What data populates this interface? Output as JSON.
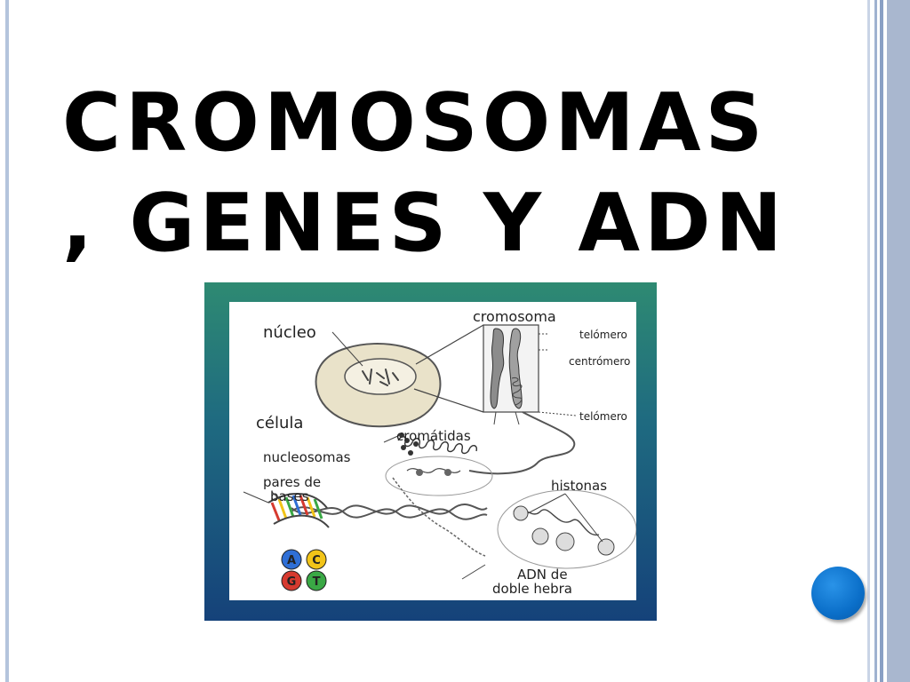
{
  "slide": {
    "title_lines": [
      "CROMOSOMAS",
      ", GENES Y ADN"
    ]
  },
  "figure": {
    "labels": {
      "nucleo": "núcleo",
      "celula": "célula",
      "cromosoma": "cromosoma",
      "telomero_top": "telómero",
      "centromero": "centrómero",
      "telomero_bottom": "telómero",
      "cromatidas": "cromátidas",
      "nucleosomas": "nucleosomas",
      "pares_line1": "pares de",
      "pares_line2": "bases",
      "histonas": "histonas",
      "adn_line1": "ADN de",
      "adn_line2": "doble hebra"
    },
    "bases": [
      {
        "letter": "A",
        "color": "#2f6fd6"
      },
      {
        "letter": "C",
        "color": "#f2c418"
      },
      {
        "letter": "G",
        "color": "#d63a2f"
      },
      {
        "letter": "T",
        "color": "#3aa845"
      }
    ]
  },
  "colors": {
    "accent_dot": "#0b6fc9",
    "frame_top": "#2e8a72",
    "frame_bottom": "#15427a"
  }
}
